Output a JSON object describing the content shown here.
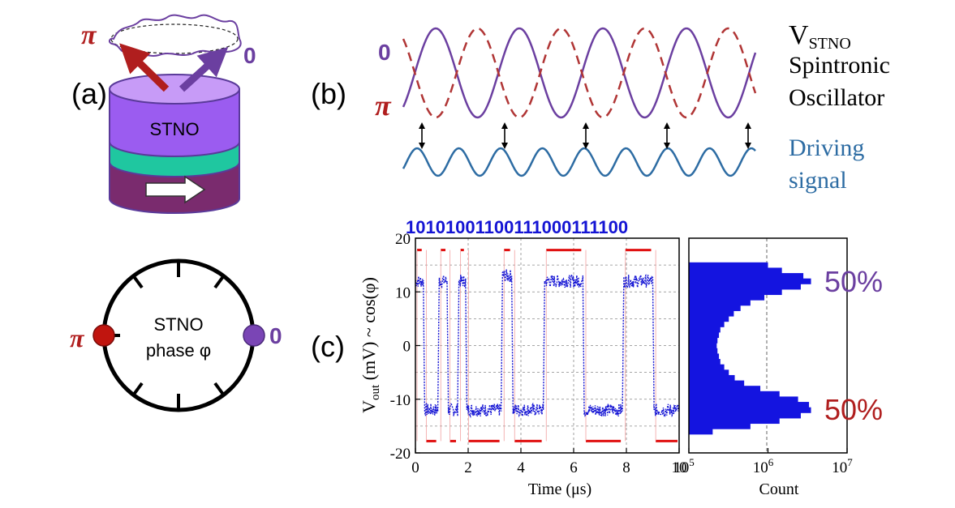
{
  "colors": {
    "purple": "#6b3fa0",
    "red": "#b01e1e",
    "blue_signal": "#2d6ca3",
    "trace_blue": "#1414d4",
    "bit_red": "#e01010",
    "stno_top": "#9b5cf0",
    "stno_mid": "#1fc7a0",
    "stno_bottom": "#7a2b6e"
  },
  "panel_a": {
    "label": "(a)",
    "pi_symbol": "π",
    "zero_symbol": "0",
    "stno_label": "STNO",
    "clock": {
      "title_line1": "STNO",
      "title_line2": "phase φ",
      "pi_label": "π",
      "zero_label": "0"
    }
  },
  "panel_b": {
    "label": "(b)",
    "zero_label": "0",
    "pi_label": "π",
    "v_main": "V",
    "v_sub": "STNO",
    "osc_line1": "Spintronic",
    "osc_line2": "Oscillator",
    "drive_line1": "Driving",
    "drive_line2": "signal"
  },
  "panel_c": {
    "label": "(c)",
    "bits": "10101001100111000111100",
    "pct_top": "50%",
    "pct_bottom": "50%",
    "ylabel_main": "V",
    "ylabel_sub": "out",
    "ylabel_rest": " (mV) ~ cos(φ)",
    "xlabel": "Time (μs)",
    "hist_xlabel": "Count",
    "y_ticks": [
      "20",
      "10",
      "0",
      "-10",
      "-20"
    ],
    "x_ticks": [
      "0",
      "2",
      "4",
      "6",
      "8",
      "10"
    ],
    "hist_x_ticks": [
      {
        "base": "10",
        "exp": "5"
      },
      {
        "base": "10",
        "exp": "6"
      },
      {
        "base": "10",
        "exp": "7"
      }
    ]
  },
  "chart_data": [
    {
      "type": "line",
      "x": [
        0,
        0.3,
        0.35,
        0.85,
        0.9,
        1.2,
        1.25,
        1.6,
        1.65,
        1.9,
        1.95,
        3.25,
        3.3,
        3.65,
        3.7,
        4.85,
        4.9,
        6.35,
        6.4,
        7.85,
        7.9,
        9.0,
        9.05,
        10
      ],
      "y": [
        12,
        12,
        -12,
        -12,
        12,
        12,
        -12,
        -12,
        12,
        12,
        -12,
        -12,
        13,
        13,
        -12,
        -12,
        12,
        12,
        -12,
        -12,
        12,
        12,
        -12,
        -12
      ],
      "xlabel": "Time (μs)",
      "ylabel": "Vout (mV) ~ cos(φ)",
      "xlim": [
        0,
        10
      ],
      "ylim": [
        -20,
        20
      ],
      "grid": true
    },
    {
      "type": "bar",
      "orientation": "horizontal",
      "categories_mV": [
        15,
        14,
        13,
        12,
        11,
        10,
        9,
        8,
        7,
        6,
        5,
        4,
        3,
        2,
        1,
        0,
        -1,
        -2,
        -3,
        -4,
        -5,
        -6,
        -7,
        -8,
        -9,
        -10,
        -11,
        -12,
        -13,
        -14,
        -15,
        -16
      ],
      "values": [
        1000000,
        1500000,
        2800000,
        3500000,
        2600000,
        1500000,
        900000,
        600000,
        450000,
        370000,
        320000,
        280000,
        250000,
        240000,
        230000,
        225000,
        230000,
        240000,
        250000,
        280000,
        320000,
        380000,
        500000,
        800000,
        1400000,
        2400000,
        3300000,
        3500000,
        2600000,
        1400000,
        600000,
        200000
      ],
      "xlabel": "Count",
      "xscale": "log",
      "xlim": [
        100000,
        10000000
      ],
      "ylim": [
        -20,
        20
      ]
    }
  ]
}
